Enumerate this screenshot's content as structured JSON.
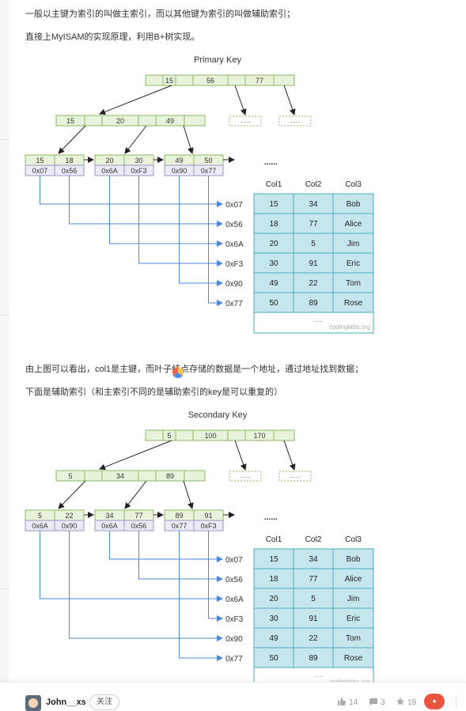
{
  "article": {
    "p1": "一般以主键为索引的叫做主索引，而以其他键为索引的叫做辅助索引；",
    "p2": "直接上MyISAM的实现原理，利用B+树实现。",
    "p3": "由上图可以看出，col1是主键，而叶子结点存储的数据是一个地址，通过地址找到数据；",
    "p4": "下面是辅助索引（和主索引不同的是辅助索引的key是可以重复的）"
  },
  "diagram_primary": {
    "title": "Primary Key",
    "root": [
      "15",
      "56",
      "77"
    ],
    "internal": [
      "15",
      "20",
      "49"
    ],
    "placeholder": "......",
    "leaves": [
      {
        "keys": [
          "15",
          "18"
        ],
        "addrs": [
          "0x07",
          "0x56"
        ]
      },
      {
        "keys": [
          "20",
          "30"
        ],
        "addrs": [
          "0x6A",
          "0xF3"
        ]
      },
      {
        "keys": [
          "49",
          "50"
        ],
        "addrs": [
          "0x90",
          "0x77"
        ]
      }
    ],
    "leaf_ellipsis": "......",
    "pointers": [
      "0x07",
      "0x56",
      "0x6A",
      "0xF3",
      "0x90",
      "0x77"
    ],
    "table_headers": [
      "Col1",
      "Col2",
      "Col3"
    ],
    "rows": [
      [
        "15",
        "34",
        "Bob"
      ],
      [
        "18",
        "77",
        "Alice"
      ],
      [
        "20",
        "5",
        "Jim"
      ],
      [
        "30",
        "91",
        "Eric"
      ],
      [
        "49",
        "22",
        "Tom"
      ],
      [
        "50",
        "89",
        "Rose"
      ]
    ],
    "table_footer": "......",
    "watermark": "codinglabs.org"
  },
  "diagram_secondary": {
    "title": "Secondary Key",
    "root": [
      "5",
      "100",
      "170"
    ],
    "internal": [
      "5",
      "34",
      "89"
    ],
    "placeholder": "......",
    "leaves": [
      {
        "keys": [
          "5",
          "22"
        ],
        "addrs": [
          "0x6A",
          "0x90"
        ]
      },
      {
        "keys": [
          "34",
          "77"
        ],
        "addrs": [
          "0x6A",
          "0x56"
        ]
      },
      {
        "keys": [
          "89",
          "91"
        ],
        "addrs": [
          "0x77",
          "0xF3"
        ]
      }
    ],
    "leaf_ellipsis": "......",
    "pointers": [
      "0x07",
      "0x56",
      "0x6A",
      "0xF3",
      "0x90",
      "0x77"
    ],
    "table_headers": [
      "Col1",
      "Col2",
      "Col3"
    ],
    "rows": [
      [
        "15",
        "34",
        "Bob"
      ],
      [
        "18",
        "77",
        "Alice"
      ],
      [
        "20",
        "5",
        "Jim"
      ],
      [
        "30",
        "91",
        "Eric"
      ],
      [
        "49",
        "22",
        "Tom"
      ],
      [
        "50",
        "89",
        "Rose"
      ]
    ],
    "table_footer": "......",
    "watermark": "codinglabs.org"
  },
  "footer": {
    "author": "John__xs",
    "follow_label": "关注",
    "likes": "14",
    "comments": "3",
    "favorites": "19",
    "reward_icon": "reward-icon"
  },
  "colors": {
    "node_fill": "#e8f3dc",
    "node_stroke": "#8cb860",
    "leaf_addr_fill": "#ecebf7",
    "leaf_addr_stroke": "#9a97c8",
    "table_fill": "#c6e6ee",
    "table_stroke": "#4aa9c0",
    "pointer_line": "#4f86d6"
  }
}
